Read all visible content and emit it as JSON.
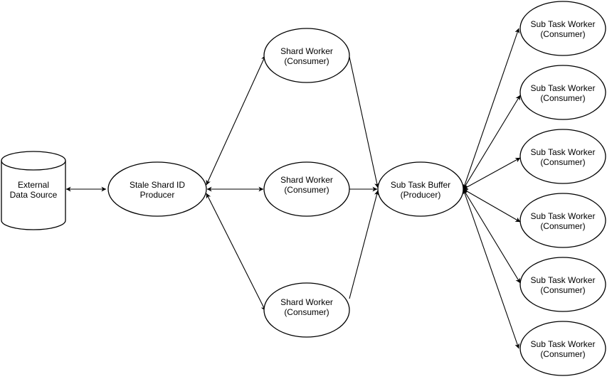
{
  "nodes": {
    "external": {
      "line1": "External",
      "line2": "Data Source"
    },
    "producer": {
      "line1": "Stale Shard ID",
      "line2": "Producer"
    },
    "shard1": {
      "line1": "Shard Worker",
      "line2": "(Consumer)"
    },
    "shard2": {
      "line1": "Shard Worker",
      "line2": "(Consumer)"
    },
    "shard3": {
      "line1": "Shard Worker",
      "line2": "(Consumer)"
    },
    "buffer": {
      "line1": "Sub Task Buffer",
      "line2": "(Producer)"
    },
    "sub1": {
      "line1": "Sub Task Worker",
      "line2": "(Consumer)"
    },
    "sub2": {
      "line1": "Sub Task Worker",
      "line2": "(Consumer)"
    },
    "sub3": {
      "line1": "Sub Task Worker",
      "line2": "(Consumer)"
    },
    "sub4": {
      "line1": "Sub Task Worker",
      "line2": "(Consumer)"
    },
    "sub5": {
      "line1": "Sub Task Worker",
      "line2": "(Consumer)"
    },
    "sub6": {
      "line1": "Sub Task Worker",
      "line2": "(Consumer)"
    }
  },
  "colors": {
    "stroke": "#000000",
    "fill": "#ffffff",
    "background": "#ffffff"
  }
}
